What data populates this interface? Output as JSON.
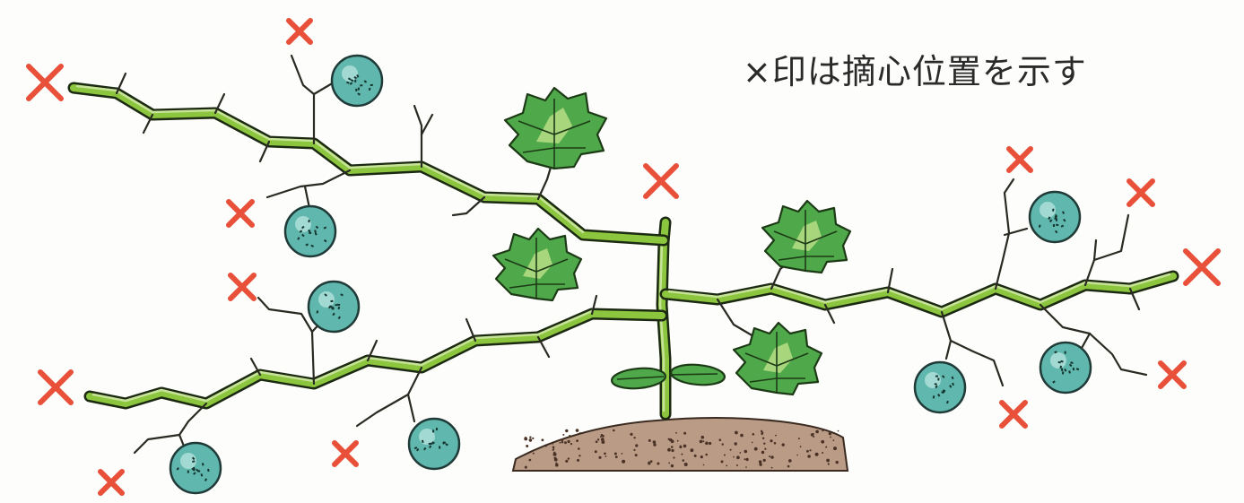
{
  "caption": "×印は摘心位置を示す",
  "colors": {
    "x_mark": "#e8503a",
    "vine": "#8cc63f",
    "fruit": "#5fb7ad",
    "leaf": "#4fa84a",
    "soil": "#b99b86"
  },
  "icons": {
    "pinch_mark": "red-x-mark",
    "fruit": "melon-fruit",
    "leaf": "grape-leaf"
  }
}
